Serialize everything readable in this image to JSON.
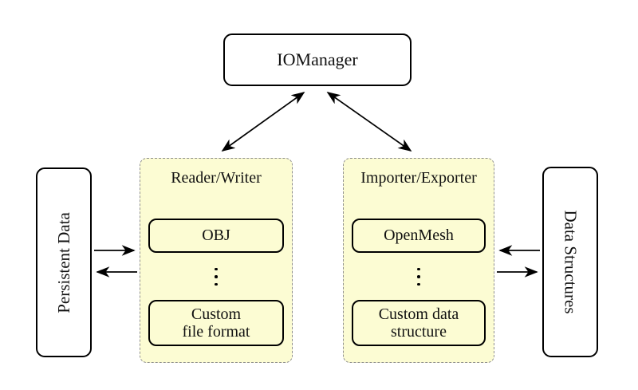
{
  "diagram": {
    "io_manager": {
      "label": "IOManager"
    },
    "persistent_data": {
      "label": "Persistent Data"
    },
    "data_structures": {
      "label": "Data Structures"
    },
    "reader_writer": {
      "title": "Reader/Writer",
      "top_item": "OBJ",
      "ellipsis": "⋮",
      "bottom_item_line1": "Custom",
      "bottom_item_line2": "file format"
    },
    "importer_exporter": {
      "title": "Importer/Exporter",
      "top_item": "OpenMesh",
      "ellipsis": "⋮",
      "bottom_item_line1": "Custom data",
      "bottom_item_line2": "structure"
    },
    "colors": {
      "background": "#FFFFFF",
      "group_fill": "#FCFCD3",
      "group_dash_border": "#8F8F8F",
      "node_border": "#000000",
      "arrow": "#000000"
    }
  }
}
